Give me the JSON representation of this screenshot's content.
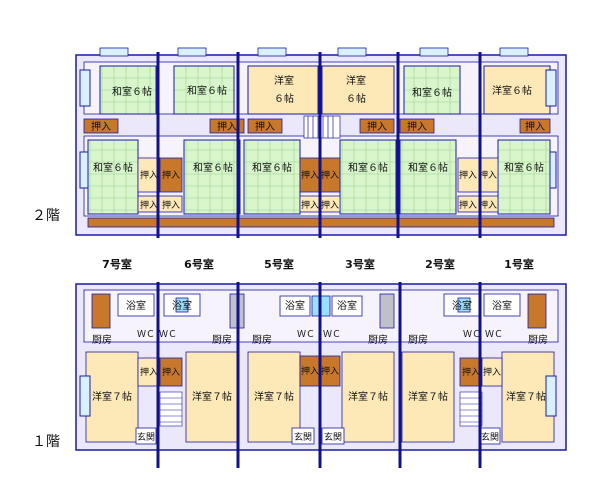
{
  "floors": {
    "second": "２階",
    "first": "１階"
  },
  "units": [
    {
      "label": "7号室"
    },
    {
      "label": "6号室"
    },
    {
      "label": "5号室"
    },
    {
      "label": "3号室"
    },
    {
      "label": "2号室"
    },
    {
      "label": "1号室"
    }
  ],
  "rooms": {
    "washitsu_6": "和室６帖",
    "youshitsu": "洋室",
    "size_6": "６帖",
    "youshitsu_6": "洋室６帖",
    "oshiire": "押入",
    "youshitsu_7": "洋室７帖",
    "yokushitsu": "浴室",
    "daidokoro": "厨房",
    "wc": "ＷＣ",
    "genkan": "玄関"
  },
  "colors": {
    "line": "#1a1aa6",
    "partition": "#11118a",
    "tatami": "#d8f5cc",
    "flooring": "#fde9b8",
    "oshiire": "#c8782a",
    "wet": "#ffffff",
    "wall_light": "#e9e4fa"
  }
}
